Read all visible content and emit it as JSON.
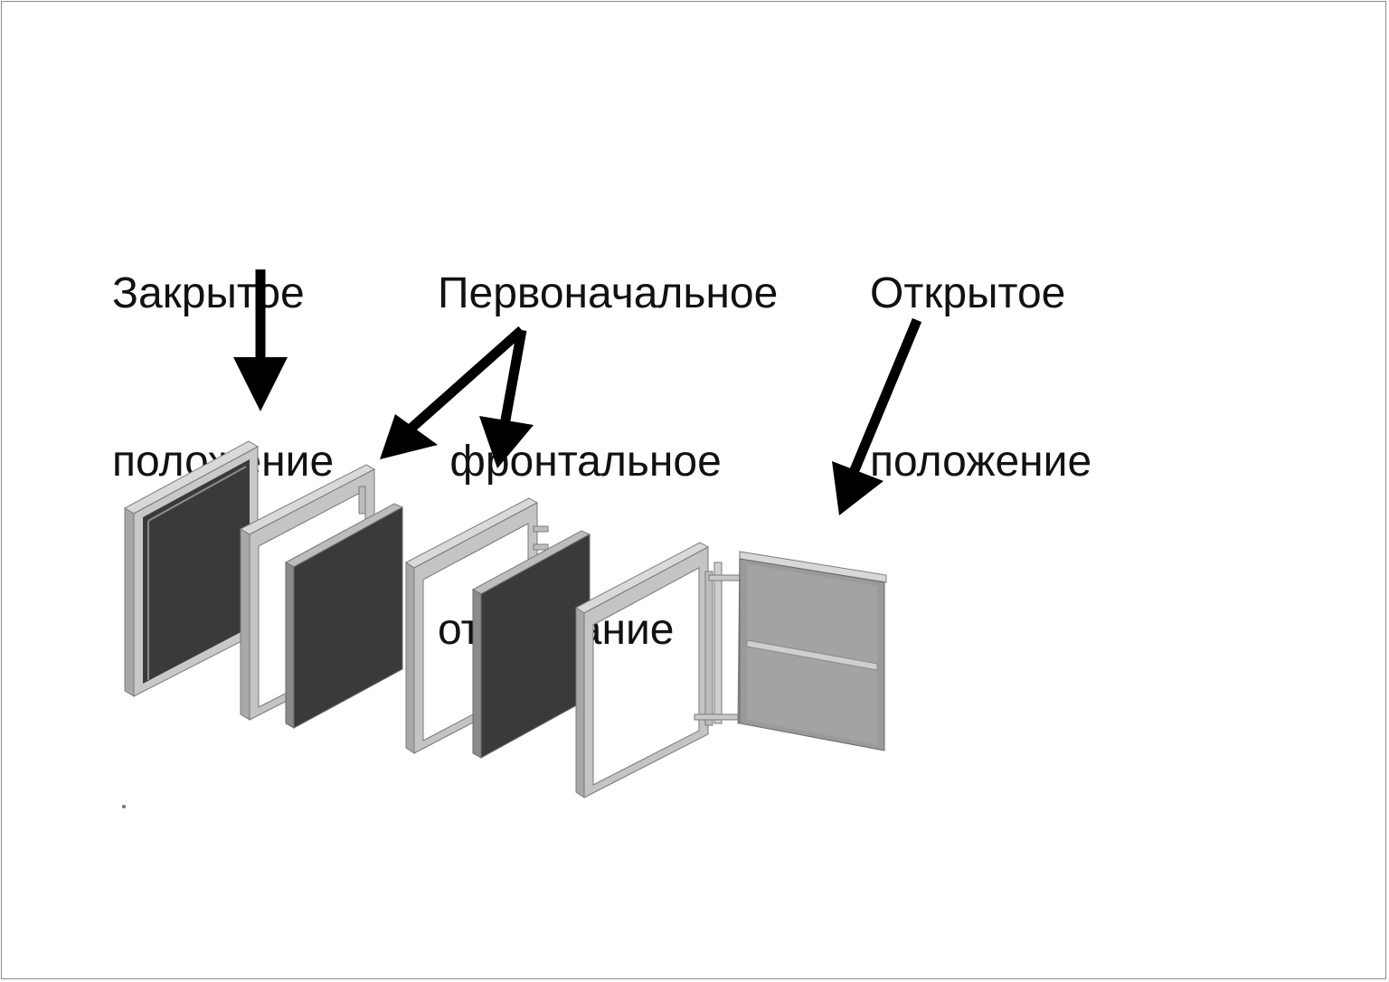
{
  "labels": {
    "closed": [
      "Закрытое",
      "положение"
    ],
    "initial": [
      "Первоначальное",
      " фронтальное",
      "открывание"
    ],
    "open": [
      "Открытое",
      "положение"
    ]
  },
  "colors": {
    "background": "#ffffff",
    "text": "#111111",
    "arrow": "#000000",
    "panel_dark": "#3a3a3a",
    "panel_open": "#9a9a9a",
    "frame_light": "#cfcfcf",
    "frame_mid": "#a9a9a9",
    "frame_dark": "#7a7a7a"
  },
  "icons": [
    "arrow-closed",
    "arrow-initial-left",
    "arrow-initial-right",
    "arrow-open"
  ]
}
